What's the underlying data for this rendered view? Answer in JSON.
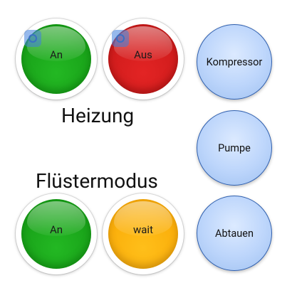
{
  "heizung": {
    "title": "Heizung",
    "on_label": "An",
    "off_label": "Aus"
  },
  "fluestermodus": {
    "title": "Flüstermodus",
    "on_label": "An",
    "wait_label": "wait"
  },
  "side_buttons": {
    "kompressor": "Kompressor",
    "pumpe": "Pumpe",
    "abtauen": "Abtauen"
  },
  "colors": {
    "green": "#1aa51a",
    "red": "#d31d1d",
    "yellow": "#fbb00c",
    "blue": "#bcd5fb",
    "blue_border": "#2f5fae"
  },
  "icons": {
    "touch_marker": "touch-marker-icon"
  }
}
